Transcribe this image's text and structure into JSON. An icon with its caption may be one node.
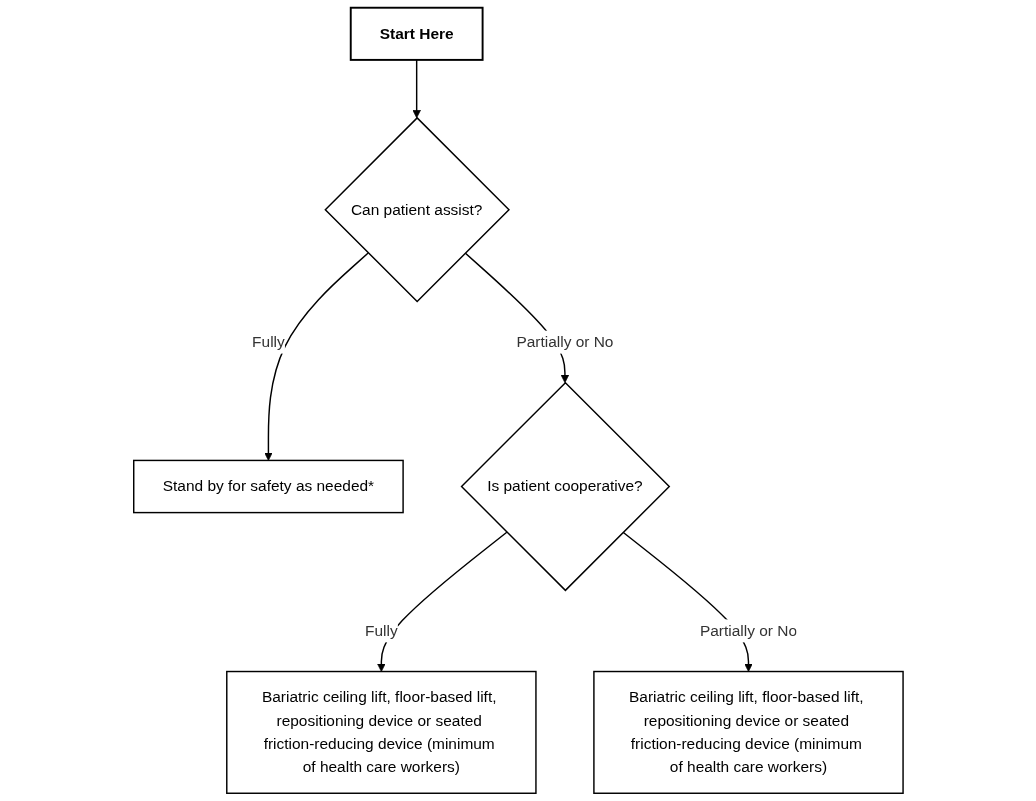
{
  "diagram": {
    "nodes": [
      {
        "text": [
          "Start Here"
        ]
      },
      {
        "text": [
          "Can patient assist?"
        ]
      },
      {
        "text": [
          "Stand by for safety as needed*"
        ]
      },
      {
        "text": [
          "Is patient cooperative?"
        ]
      },
      {
        "text": [
          "Bariatric ceiling lift, floor-based lift, repositioning device or seated friction-reducing device (minimum of health care workers)"
        ]
      },
      {
        "text": [
          "Bariatric ceiling lift, floor-based lift, repositioning device or seated friction-reducing device (minimum of health care workers)"
        ]
      }
    ],
    "edges": [
      {
        "from": 0,
        "to": 1,
        "arrow": "to"
      },
      {
        "from": 1,
        "to": 2,
        "arrow": "to",
        "label": "Fully"
      },
      {
        "from": 1,
        "to": 3,
        "arrow": "to",
        "label": "Partially or No"
      },
      {
        "from": 3,
        "to": 4,
        "arrow": "to",
        "label": "Fully"
      },
      {
        "from": 3,
        "to": 5,
        "arrow": "to",
        "label": "Partially or No"
      }
    ]
  }
}
